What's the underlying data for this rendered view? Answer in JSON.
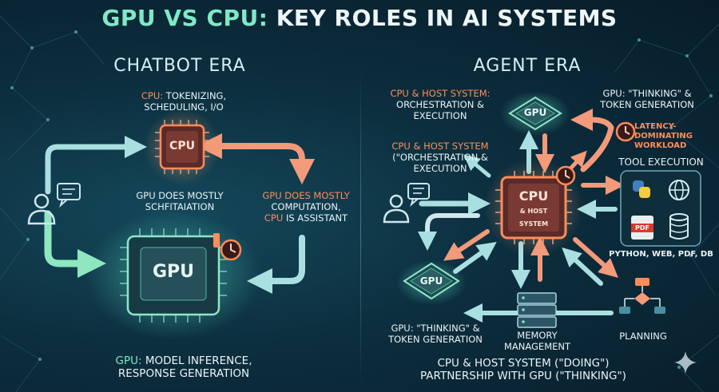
{
  "title": {
    "highlight": "GPU vs CPU:",
    "rest": "Key Roles in AI Systems"
  },
  "chatbot": {
    "era": "Chatbot Era",
    "cpu_role": {
      "prefix": "CPU:",
      "text": "Tokenizing,",
      "line2": "Scheduling, I/O"
    },
    "cpu_chip": "CPU",
    "gpu_note": {
      "line1": "GPU does mostly",
      "line2": "schfitaiation"
    },
    "right_note": {
      "line1": "GPU does mostly",
      "line2": "computation,",
      "line3_prefix": "CPU",
      "line3_rest": "is assistant"
    },
    "gpu_chip": "GPU",
    "bottom": {
      "line1_prefix": "GPU:",
      "line1_rest": "Model inference,",
      "line2": "response generation"
    }
  },
  "agent": {
    "era": "Agent Era",
    "orch1": {
      "line1": "CPU & Host System:",
      "line2": "Orchestration &",
      "line3": "Execution"
    },
    "orch2": {
      "line1": "CPU & Host System",
      "line2": "(\"Orchestration &",
      "line3": "Execution"
    },
    "gpu_top_note": {
      "line1": "GPU: \"Thinking\" &",
      "line2": "Token generation"
    },
    "gpu_top_chip": "GPU",
    "latency": {
      "line1": "Latency-",
      "line2": "dominating",
      "line3": "workload"
    },
    "tool_title": "Tool Execution",
    "tools_caption": "Python, Web, PDF, DB",
    "pdf_label": "PDF",
    "cpu_chip": {
      "line1": "CPU",
      "line2": "& Host",
      "line3": "System"
    },
    "gpu_left_chip": "GPU",
    "gpu_left_note": {
      "line1": "GPU: \"Thinking\" &",
      "line2": "Token generation"
    },
    "memory": {
      "line1": "Memory",
      "line2": "Management"
    },
    "planning": "Planning",
    "bottom": {
      "line1": "CPU & Host System (\"Doing\")",
      "line2": "partnership with GPU (\"Thinking\")"
    }
  },
  "colors": {
    "cpu": "#ff8c5a",
    "gpu": "#7be8c4",
    "arrow_cpu": "#f39a7a",
    "arrow_cyan": "#9fd8dc"
  },
  "icons": [
    "chat-bubble-icon",
    "user-icon",
    "clock-icon",
    "python-icon",
    "globe-icon",
    "pdf-icon",
    "database-icon",
    "server-icon",
    "flowchart-icon",
    "sparkle-icon"
  ]
}
